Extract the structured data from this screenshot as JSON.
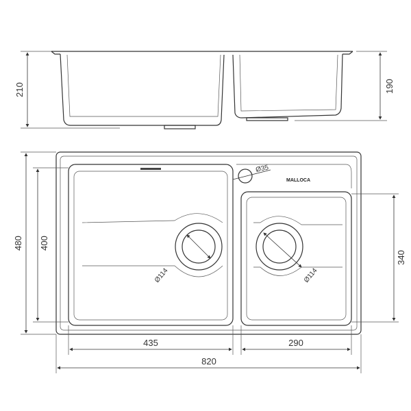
{
  "dimensions": {
    "side_left_height": "210",
    "side_right_height": "190",
    "overall_depth": "480",
    "left_bowl_depth": "400",
    "right_bowl_depth": "340",
    "left_bowl_width": "435",
    "right_bowl_width": "290",
    "overall_width": "820",
    "tap_hole": "Ø35",
    "left_drain": "Ø114",
    "right_drain": "Ø114"
  },
  "brand": "MALLOCA"
}
